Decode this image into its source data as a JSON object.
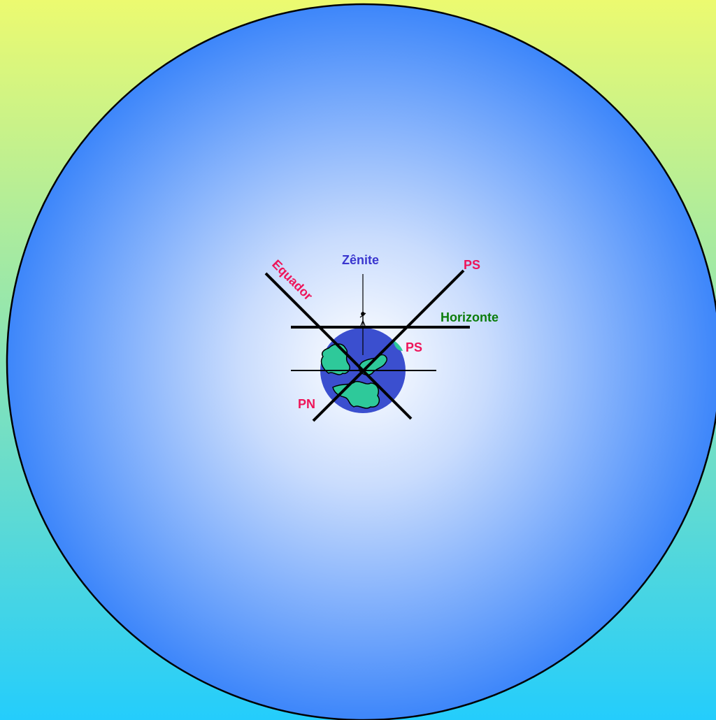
{
  "colors": {
    "background_top": "#ecfa70",
    "background_bottom": "#24cdfc",
    "sphere_center": "#ffffff",
    "sphere_edge": "#3d86fa",
    "earth_ocean": "#3b4fcf",
    "earth_land": "#2ec99a",
    "line": "#000000",
    "label_red": "#ee1459",
    "label_blue": "#3a36cf",
    "label_green": "#0b7d0b"
  },
  "labels": {
    "zenith": "Zênite",
    "equator": "Equador",
    "ps_upper": "PS",
    "horizon": "Horizonte",
    "ps_lower": "PS",
    "pn": "PN"
  }
}
